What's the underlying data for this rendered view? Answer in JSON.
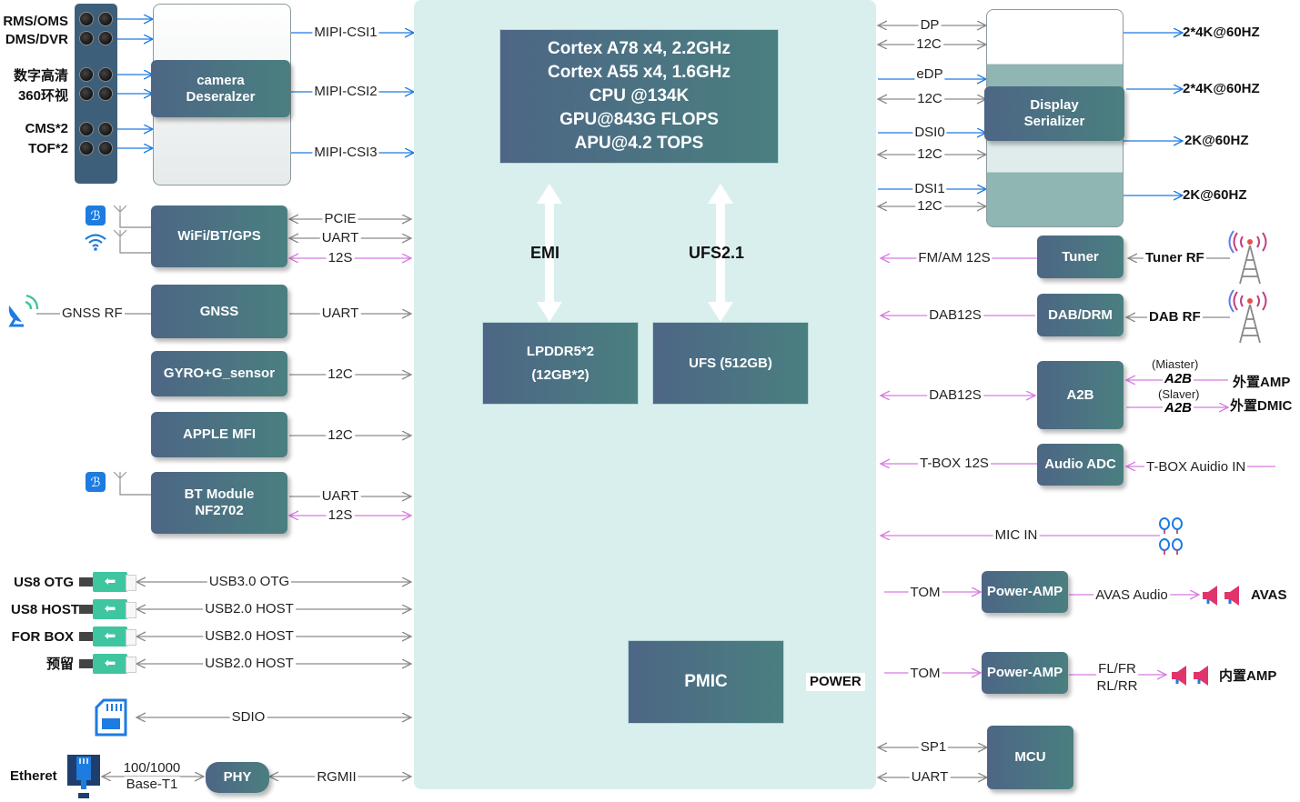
{
  "soc": {
    "lines": [
      "Cortex A78 x4, 2.2GHz",
      "Cortex A55 x4, 1.6GHz",
      "CPU @134K",
      "GPU@843G FLOPS",
      "APU@4.2 TOPS"
    ],
    "emi": "EMI",
    "ufs": "UFS2.1",
    "lpddr": [
      "LPDDR5*2",
      "(12GB*2)"
    ],
    "ufs_block": "UFS (512GB)",
    "pmic": "PMIC",
    "power": "POWER"
  },
  "cameras": {
    "labels": [
      "RMS/OMS",
      "DMS/DVR",
      "数字高清",
      "360环视",
      "CMS*2",
      "TOF*2"
    ],
    "deserializer": [
      "camera",
      "Deseralzer"
    ],
    "links": [
      "MIPI-CSI1",
      "MIPI-CSI2",
      "MIPI-CSI3"
    ]
  },
  "left_modules": {
    "wifi": "WiFi/BT/GPS",
    "wifi_links": [
      "PCIE",
      "UART",
      "12S"
    ],
    "gnss": "GNSS",
    "gnss_rf": "GNSS RF",
    "gnss_link": "UART",
    "gyro": "GYRO+G_sensor",
    "gyro_link": "12C",
    "mfi": "APPLE MFI",
    "mfi_link": "12C",
    "bt": [
      "BT Module",
      "NF2702"
    ],
    "bt_links": [
      "UART",
      "12S"
    ]
  },
  "usb": {
    "labels": [
      "US8 OTG",
      "US8 HOST",
      "FOR BOX",
      "预留"
    ],
    "links": [
      "USB3.0 OTG",
      "USB2.0 HOST",
      "USB2.0 HOST",
      "USB2.0 HOST"
    ],
    "sdio": "SDIO"
  },
  "ethernet": {
    "label": "Etheret",
    "speed": [
      "100/1000",
      "Base-T1"
    ],
    "phy": "PHY",
    "link": "RGMII"
  },
  "display": {
    "inputs": [
      "DP",
      "12C",
      "eDP",
      "12C",
      "DSI0",
      "12C",
      "DSI1",
      "12C"
    ],
    "serializer": [
      "Display",
      "Serializer"
    ],
    "outputs": [
      "2*4K@60HZ",
      "2*4K@60HZ",
      "2K@60HZ",
      "2K@60HZ"
    ]
  },
  "audio": {
    "tuner": "Tuner",
    "tuner_link": "FM/AM 12S",
    "tuner_rf": "Tuner RF",
    "dab": "DAB/DRM",
    "dab_link": "DAB12S",
    "dab_rf": "DAB RF",
    "a2b": "A2B",
    "a2b_link": "DAB12S",
    "a2b_master": "(Miaster)",
    "a2b_slave": "(Slaver)",
    "a2b_tag": "A2B",
    "ext_amp": "外置AMP",
    "ext_dmic": "外置DMIC",
    "adc": "Audio ADC",
    "adc_link": "T-BOX 12S",
    "adc_in": "T-BOX Auidio IN",
    "mic": "MIC IN",
    "pa1": "Power-AMP",
    "pa1_link": "TOM",
    "pa1_out": "AVAS Audio",
    "avas": "AVAS",
    "pa2": "Power-AMP",
    "pa2_link": "TOM",
    "pa2_out": [
      "FL/FR",
      "RL/RR"
    ],
    "int_amp": "内置AMP"
  },
  "mcu": {
    "label": "MCU",
    "links": [
      "SP1",
      "UART"
    ]
  },
  "colors": {
    "blue_arrow": "#1e7be0",
    "gray_arrow": "#8a8a8a",
    "pink_arrow": "#d77be0",
    "soc_bg": "#d9efee"
  }
}
